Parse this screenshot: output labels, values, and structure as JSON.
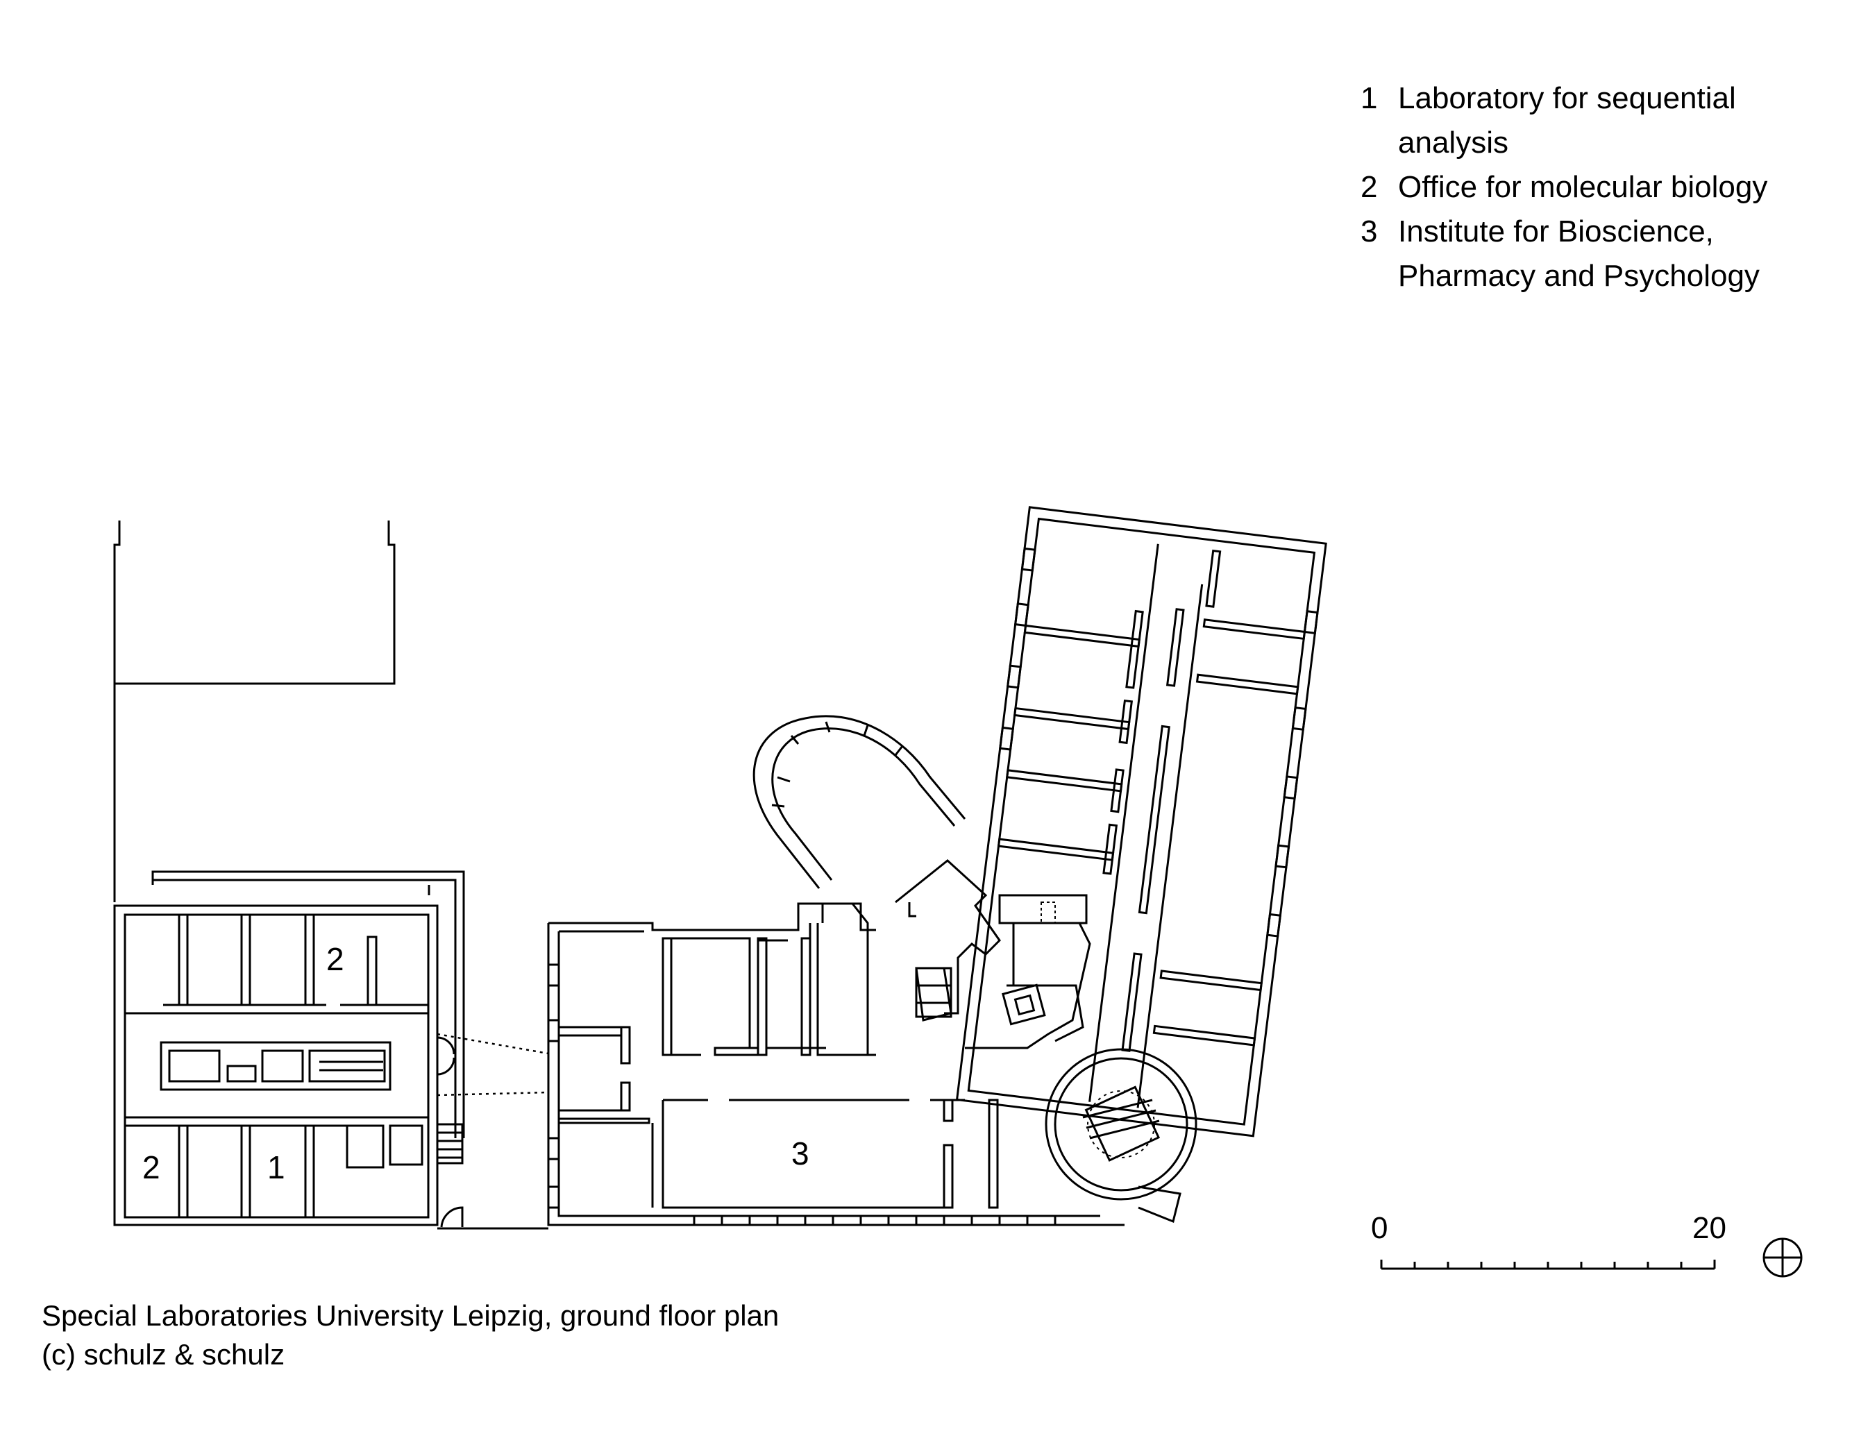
{
  "legend": {
    "items": [
      {
        "num": "1",
        "lines": [
          "Laboratory for sequential",
          "analysis"
        ]
      },
      {
        "num": "2",
        "lines": [
          "Office for molecular biology"
        ]
      },
      {
        "num": "3",
        "lines": [
          "Institute for Bioscience,",
          "Pharmacy and Psychology"
        ]
      }
    ]
  },
  "room_labels": {
    "north_west_2": "2",
    "south_west_2": "2",
    "south_1": "1",
    "center_3": "3"
  },
  "scale_bar": {
    "start": "0",
    "end": "20"
  },
  "caption": {
    "line1": "Special Laboratories University Leipzig, ground floor plan",
    "line2": "(c) schulz & schulz"
  },
  "icons": {
    "north_marker": "north-arrow-icon"
  }
}
